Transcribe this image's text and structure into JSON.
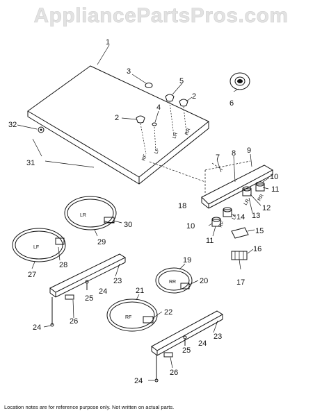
{
  "watermark": "AppliancePartsPros.com",
  "footnote": "Location notes are for reference purpose only.  Not written on actual parts.",
  "part_numbers": {
    "p1": "1",
    "p2a": "2",
    "p2b": "2",
    "p3": "3",
    "p4": "4",
    "p5": "5",
    "p6": "6",
    "p7": "7",
    "p8": "8",
    "p9": "9",
    "p10a": "10",
    "p10b": "10",
    "p11a": "11",
    "p11b": "11",
    "p12": "12",
    "p13": "13",
    "p14": "14",
    "p15": "15",
    "p16": "16",
    "p17": "17",
    "p18": "18",
    "p19": "19",
    "p20": "20",
    "p21": "21",
    "p22": "22",
    "p23a": "23",
    "p23b": "23",
    "p24a": "24",
    "p24b": "24",
    "p24c": "24",
    "p24d": "24",
    "p25a": "25",
    "p25b": "25",
    "p26a": "26",
    "p26b": "26",
    "p27": "27",
    "p28": "28",
    "p29": "29",
    "p30": "30",
    "p31": "31",
    "p32": "32"
  },
  "location_tags": {
    "rf": "RF",
    "lf": "LF",
    "lr": "LR",
    "rr": "RR",
    "lr_element": "LR",
    "lf_element": "LF",
    "rr_element": "RR",
    "rf_element": "RF",
    "rr_switch": "RR",
    "lf_switch": "LF",
    "lr_switch": "LR",
    "rf_switch": "RF"
  }
}
